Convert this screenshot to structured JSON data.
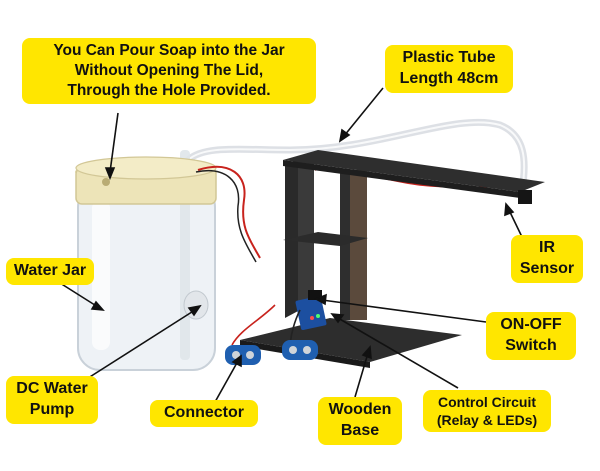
{
  "labels": {
    "soap": "You Can Pour Soap into the Jar\nWithout Opening The Lid,\nThrough the Hole Provided.",
    "tube": "Plastic Tube\nLength 48cm",
    "ir_sensor": "IR\nSensor",
    "water_jar": "Water Jar",
    "on_off_switch": "ON-OFF\nSwitch",
    "dc_water_pump": "DC Water\nPump",
    "connector": "Connector",
    "wooden_base": "Wooden\nBase",
    "control_circuit": "Control Circuit\n(Relay & LEDs)"
  },
  "colors": {
    "callout_bg": "#ffe600",
    "callout_text": "#111111",
    "lid": "#ede4b8",
    "stand": "#2a2a2a",
    "wire_red": "#c8231d",
    "pcb": "#1c4fa0"
  }
}
